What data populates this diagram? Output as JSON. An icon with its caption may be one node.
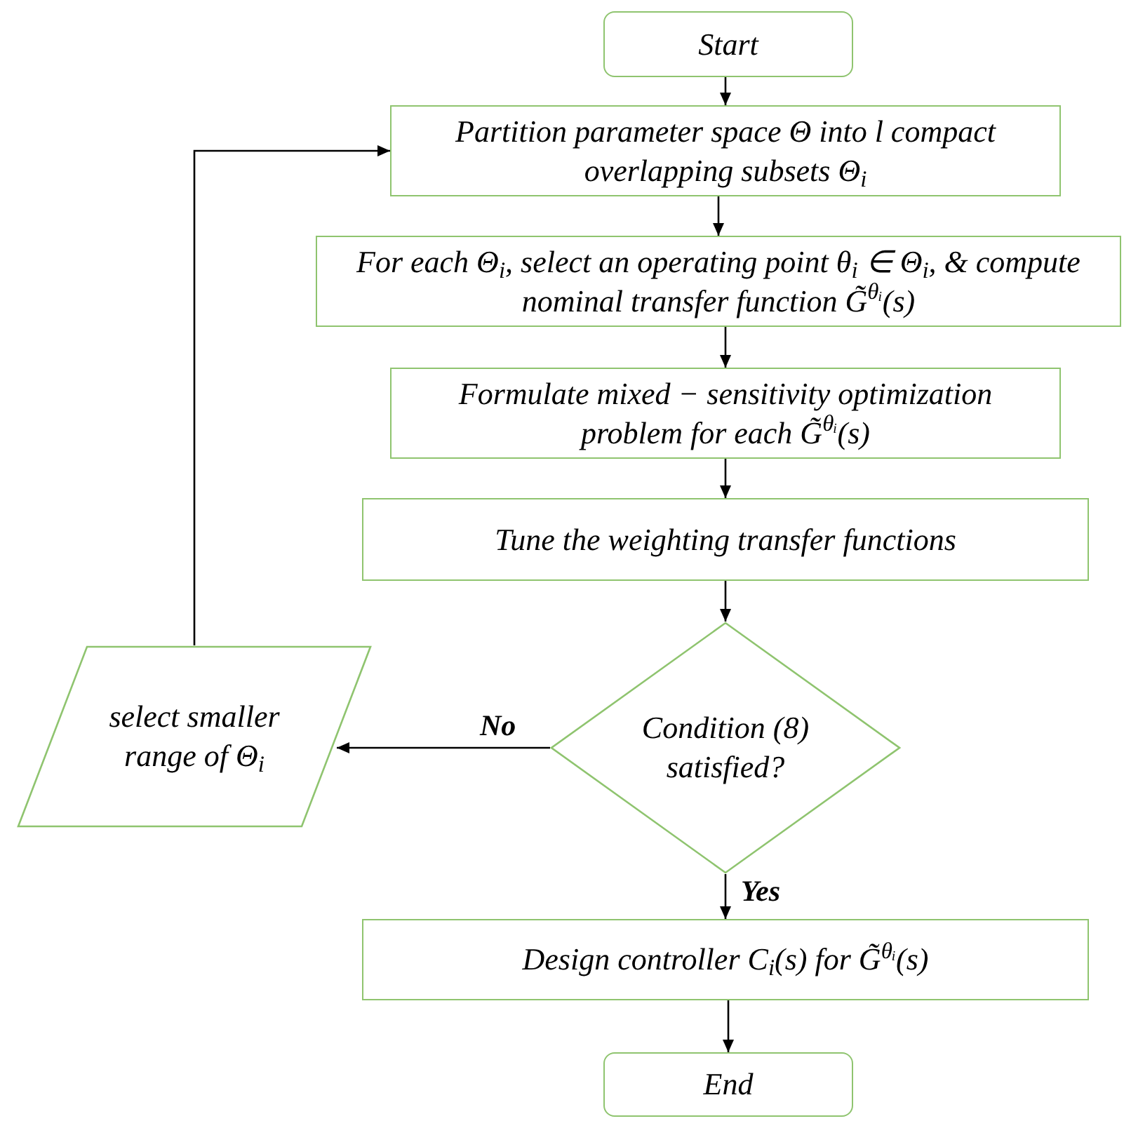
{
  "diagram": {
    "nodes": [
      {
        "text": [
          "Start"
        ]
      },
      {
        "text": [
          "Partition parameter space Θ into l compact overlapping subsets Θ$_{i}$"
        ]
      },
      {
        "text": [
          "For each Θ$_{i}$, select an operating point θ$_{i}$ ∈ Θ$_{i}$, & compute nominal transfer function G̃$^{θᵢ}$(s)"
        ]
      },
      {
        "text": [
          "Formulate mixed − sensitivity optimization problem for each G̃$^{θᵢ}$(s)"
        ]
      },
      {
        "text": [
          "Tune the weighting transfer functions"
        ]
      },
      {
        "text": [
          "Condition (8) satisfied?"
        ]
      },
      {
        "text": [
          "select smaller range of Θ$_{i}$"
        ]
      },
      {
        "text": [
          "Design controller C$_{i}$(s) for G̃$^{θᵢ}$(s)"
        ]
      },
      {
        "text": [
          "End"
        ]
      }
    ],
    "edges": [
      {
        "from": 0,
        "to": 1,
        "arrow": "to"
      },
      {
        "from": 1,
        "to": 2,
        "arrow": "to"
      },
      {
        "from": 2,
        "to": 3,
        "arrow": "to"
      },
      {
        "from": 3,
        "to": 4,
        "arrow": "to"
      },
      {
        "from": 4,
        "to": 5,
        "arrow": "to"
      },
      {
        "from": 5,
        "to": 6,
        "arrow": "to",
        "label": "No"
      },
      {
        "from": 5,
        "to": 7,
        "arrow": "to",
        "label": "Yes"
      },
      {
        "from": 7,
        "to": 8,
        "arrow": "to"
      },
      {
        "from": 6,
        "to": 1,
        "arrow": "to"
      }
    ]
  }
}
